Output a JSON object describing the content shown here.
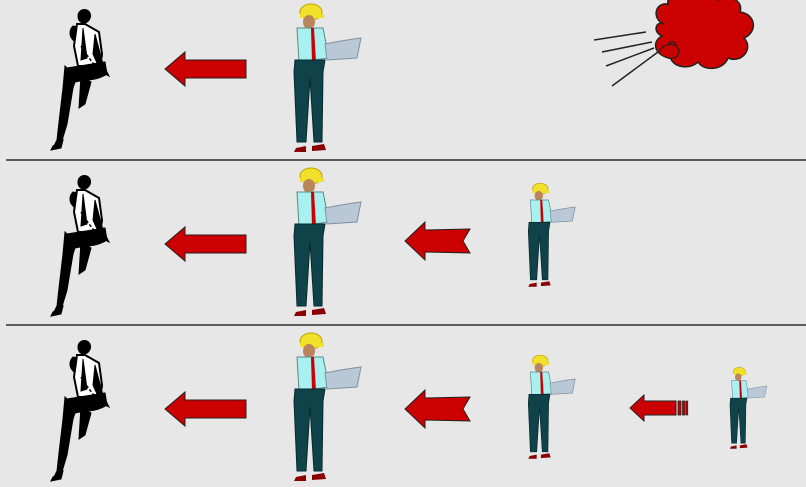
{
  "scene": {
    "background": "#e7e7e7",
    "divider_color": "#5a5a5a",
    "arrow_color": "#cc0000",
    "cloud_color": "#cc0000",
    "rows": [
      {
        "id": "row-1",
        "items": [
          "phone-man",
          "arrow-solid",
          "worker-large",
          "cloud-explosion"
        ]
      },
      {
        "id": "row-2",
        "items": [
          "phone-man",
          "arrow-solid",
          "worker-large",
          "arrow-notched",
          "worker-medium"
        ]
      },
      {
        "id": "row-3",
        "items": [
          "phone-man",
          "arrow-solid",
          "worker-large",
          "arrow-notched",
          "worker-medium",
          "arrow-striped",
          "worker-small"
        ]
      }
    ]
  }
}
